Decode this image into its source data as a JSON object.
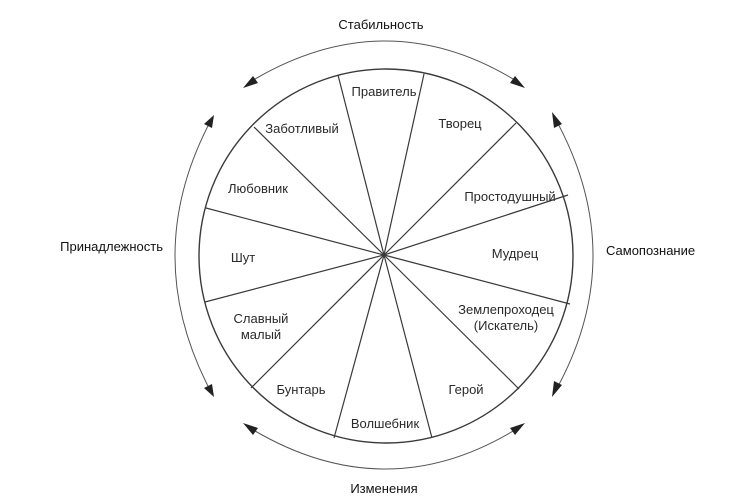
{
  "diagram": {
    "title": "Archetype wheel",
    "outer_labels": {
      "top": "Стабильность",
      "right": "Самопознание",
      "bottom": "Изменения",
      "left": "Принадлежность"
    },
    "sectors": [
      {
        "id": "ruler",
        "lines": [
          "Правитель"
        ]
      },
      {
        "id": "creator",
        "lines": [
          "Творец"
        ]
      },
      {
        "id": "innocent",
        "lines": [
          "Простодушный"
        ]
      },
      {
        "id": "sage",
        "lines": [
          "Мудрец"
        ]
      },
      {
        "id": "explorer",
        "lines": [
          "Землепроходец",
          "(Искатель)"
        ]
      },
      {
        "id": "hero",
        "lines": [
          "Герой"
        ]
      },
      {
        "id": "magician",
        "lines": [
          "Волшебник"
        ]
      },
      {
        "id": "rebel",
        "lines": [
          "Бунтарь"
        ]
      },
      {
        "id": "regular-guy",
        "lines": [
          "Славный",
          "малый"
        ]
      },
      {
        "id": "jester",
        "lines": [
          "Шут"
        ]
      },
      {
        "id": "lover",
        "lines": [
          "Любовник"
        ]
      },
      {
        "id": "caregiver",
        "lines": [
          "Заботливый"
        ]
      }
    ],
    "colors": {
      "line": "#3a3a3a",
      "text": "#2a2a2a",
      "arrow": "#555555",
      "background": "#ffffff"
    }
  }
}
